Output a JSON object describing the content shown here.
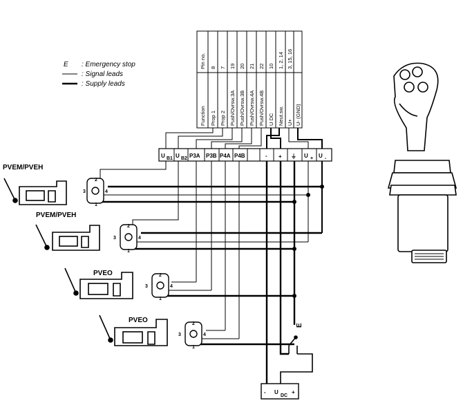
{
  "legend": {
    "emergency_key": "E",
    "emergency_text": ": Emergency stop",
    "signal_text": ": Signal leads",
    "supply_text": ": Supply leads"
  },
  "pin_table": {
    "header": {
      "function": "Function",
      "pin": "Pin no."
    },
    "rows": [
      {
        "function": "Prop 1",
        "pin": "8"
      },
      {
        "function": "Prop 2",
        "pin": "7"
      },
      {
        "function": "Push/Ovrsw.3A",
        "pin": "19"
      },
      {
        "function": "Push/Ovrsw.3B",
        "pin": "20"
      },
      {
        "function": "Push/Ovrsw.4A",
        "pin": "21"
      },
      {
        "function": "Push/Ovrsw.4B",
        "pin": "22"
      },
      {
        "function": "U DC",
        "pin": "10"
      },
      {
        "function": "Neut.sw.",
        "pin": "1, 2, 14"
      },
      {
        "function": "U+",
        "pin": "3, 15, 16"
      },
      {
        "function": "U- (GND)",
        "pin": ""
      }
    ]
  },
  "terminals": [
    "U",
    "U",
    "P3A",
    "P3B",
    "P4A",
    "P4B",
    "-",
    "+",
    "⏚",
    "U",
    "U"
  ],
  "terminal_subs": [
    "B1",
    "B2",
    "",
    "",
    "",
    "",
    "",
    "",
    "",
    "+",
    "-"
  ],
  "modules": [
    {
      "label": "PVEM/PVEH"
    },
    {
      "label": "PVEM/PVEH"
    },
    {
      "label": "PVEO"
    },
    {
      "label": "PVEO"
    }
  ],
  "connector_pins": [
    "1",
    "2",
    "3",
    "4"
  ],
  "emergency_label": "E",
  "power_supply": {
    "minus": "-",
    "label": "U",
    "sub": "DC",
    "plus": "+"
  }
}
